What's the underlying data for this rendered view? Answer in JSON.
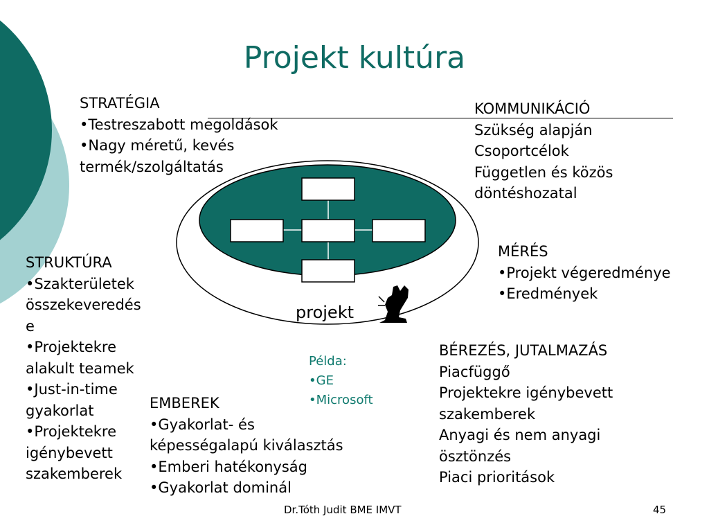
{
  "title": "Projekt kultúra",
  "strategia": {
    "heading": "STRATÉGIA",
    "items": [
      "•Testreszabott megoldások",
      "•Nagy méretű, kevés",
      "termék/szolgáltatás"
    ]
  },
  "kommunikacio": {
    "heading": "KOMMUNIKÁCIÓ",
    "items": [
      "Szükség alapján",
      "Csoportcélok",
      "Független és közös",
      "döntéshozatal"
    ]
  },
  "meres": {
    "heading": "MÉRÉS",
    "items": [
      "•Projekt végeredménye",
      "•Eredmények"
    ]
  },
  "struktura": {
    "heading": "STRUKTÚRA",
    "items": [
      "•Szakterületek",
      "összekeveredés",
      "e",
      "•Projektekre",
      "alakult teamek",
      "•Just-in-time",
      "gyakorlat",
      "•Projektekre",
      "igénybevett",
      "szakemberek"
    ]
  },
  "emberek": {
    "heading": "EMBEREK",
    "items": [
      "•Gyakorlat- és",
      "képességalapú kiválasztás",
      "•Emberi hatékonyság",
      "•Gyakorlat dominál"
    ]
  },
  "berezes": {
    "heading": "BÉREZÉS, JUTALMAZÁS",
    "items": [
      "Piacfüggő",
      "Projektekre igénybevett",
      "szakemberek",
      "Anyagi és nem anyagi",
      "ösztönzés",
      "Piaci prioritások"
    ]
  },
  "pelda": {
    "heading": "Példa:",
    "items": [
      "•GE",
      "•Microsoft"
    ]
  },
  "diagram": {
    "label": "projekt"
  },
  "footer": {
    "author": "Dr.Tóth Judit BME IMVT",
    "page": "45"
  },
  "colors": {
    "teal_dark": "#0f6b63",
    "teal_light": "#a3d1d1",
    "title": "#0f6b63"
  },
  "icons": [
    "hand-cursor-icon"
  ]
}
